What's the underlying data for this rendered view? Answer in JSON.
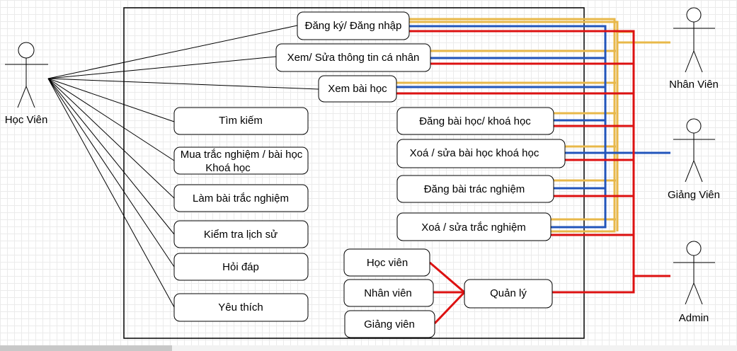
{
  "actors": {
    "hoc_vien": "Học Viên",
    "nhan_vien": "Nhân Viên",
    "giang_vien": "Giảng Viên",
    "admin": "Admin"
  },
  "use_cases": {
    "dang_ky": "Đăng ký/ Đăng nhập",
    "xem_sua": "Xem/ Sửa thông tin cá nhân",
    "xem_bai": "Xem bài học",
    "tim_kiem": "Tìm kiếm",
    "mua_1": "Mua trắc nghiệm / bài học",
    "mua_2": "Khoá học",
    "lam_bai": "Làm bài trắc nghiệm",
    "kiem_tra": "Kiểm tra lịch sử",
    "hoi_dap": "Hỏi đáp",
    "yeu_thich": "Yêu thích",
    "dang_bai": "Đăng bài học/ khoá học",
    "xoa_sua_bai": "Xoá / sửa bài học khoá học",
    "dang_tn": "Đăng bài trác nghiệm",
    "xoa_sua_tn": "Xoá / sửa trắc nghiệm",
    "ql_hoc_vien": "Học viên",
    "ql_nhan_vien": "Nhân viên",
    "ql_giang_vien": "Giảng viên",
    "quan_ly": "Quản lý"
  },
  "colors": {
    "staff_line": "#e8b84a",
    "teacher_line": "#2255bb",
    "admin_line": "#dd1111"
  }
}
